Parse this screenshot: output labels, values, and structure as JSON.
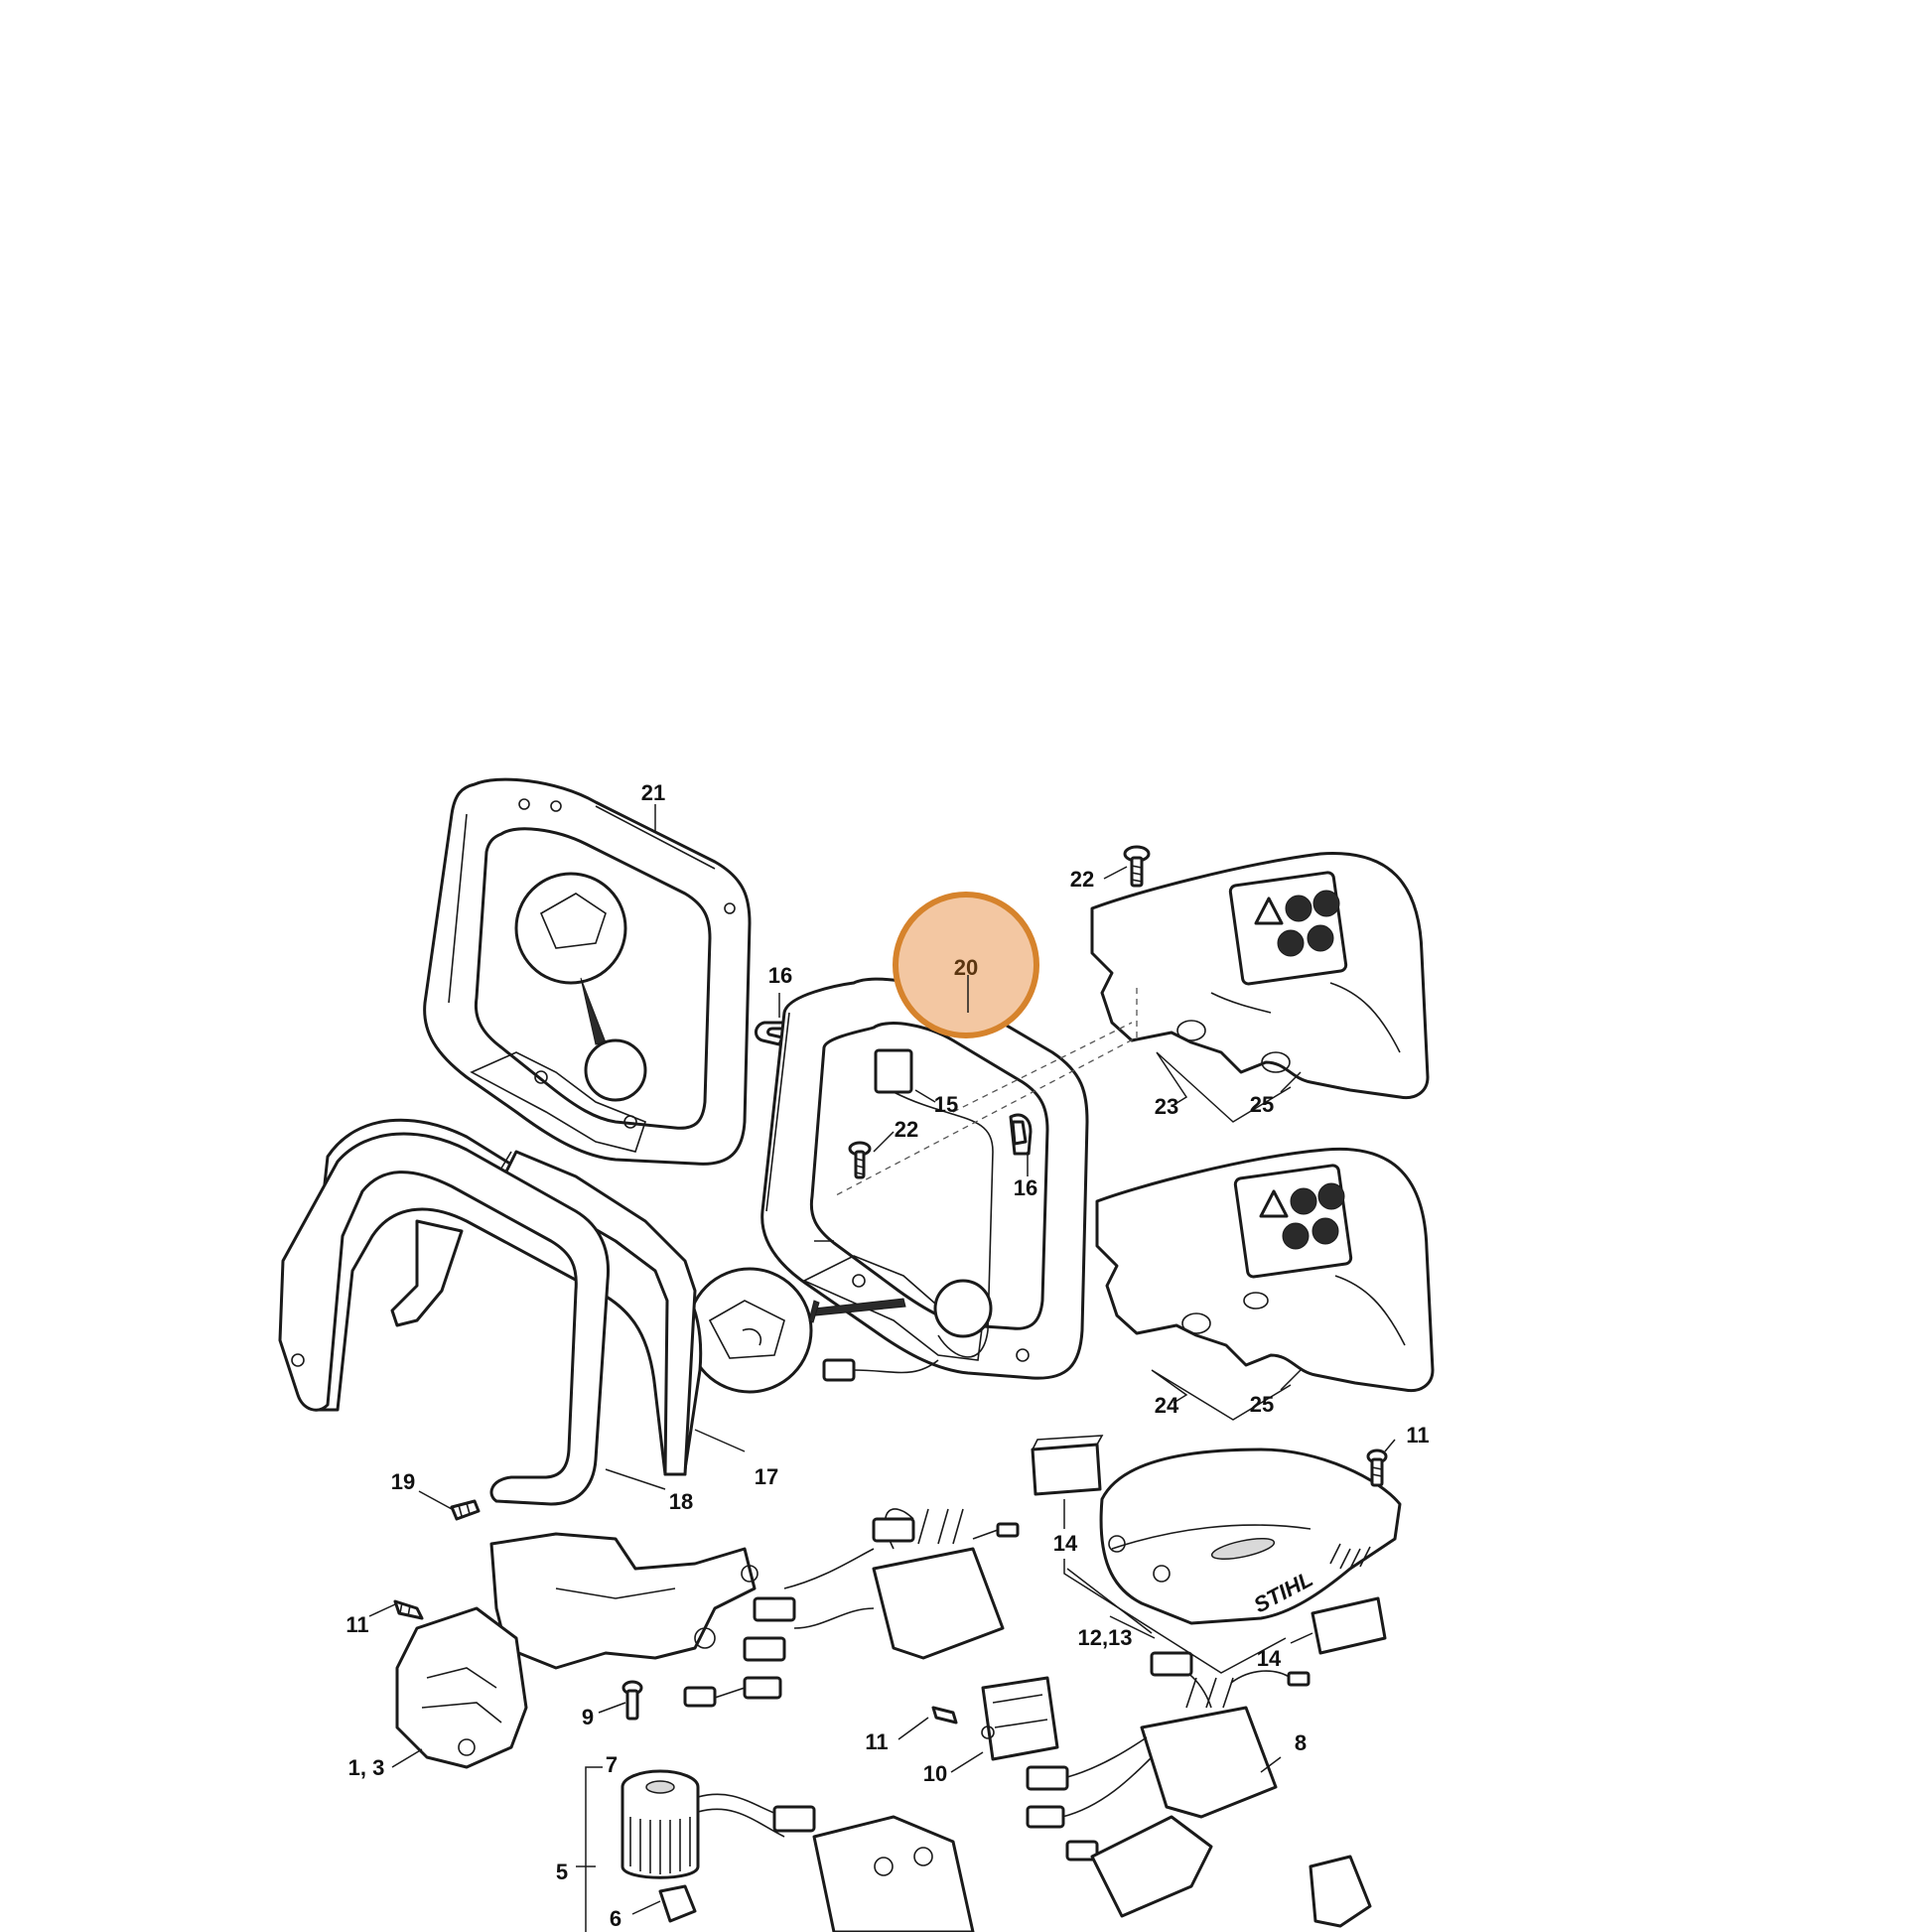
{
  "diagram": {
    "highlight": {
      "label": "20",
      "fill": "#f3c7a2",
      "stroke": "#d6832c",
      "text_color": "#5a3510"
    },
    "brand_logo_text": "STIHL",
    "callouts": [
      {
        "id": "c21",
        "label": "21"
      },
      {
        "id": "c22a",
        "label": "22"
      },
      {
        "id": "c16a",
        "label": "16"
      },
      {
        "id": "c15",
        "label": "15"
      },
      {
        "id": "c22b",
        "label": "22"
      },
      {
        "id": "c16b",
        "label": "16"
      },
      {
        "id": "c23",
        "label": "23"
      },
      {
        "id": "c25a",
        "label": "25"
      },
      {
        "id": "c24",
        "label": "24"
      },
      {
        "id": "c25b",
        "label": "25"
      },
      {
        "id": "c11a",
        "label": "11"
      },
      {
        "id": "c14a",
        "label": "14"
      },
      {
        "id": "c12-13",
        "label": "12,13"
      },
      {
        "id": "c14b",
        "label": "14"
      },
      {
        "id": "c19",
        "label": "19"
      },
      {
        "id": "c18",
        "label": "18"
      },
      {
        "id": "c17",
        "label": "17"
      },
      {
        "id": "c11b",
        "label": "11"
      },
      {
        "id": "c9",
        "label": "9"
      },
      {
        "id": "c7",
        "label": "7"
      },
      {
        "id": "c11c",
        "label": "11"
      },
      {
        "id": "c10",
        "label": "10"
      },
      {
        "id": "c8",
        "label": "8"
      },
      {
        "id": "c1-3",
        "label": "1, 3"
      },
      {
        "id": "c5",
        "label": "5"
      },
      {
        "id": "c6",
        "label": "6"
      }
    ]
  }
}
